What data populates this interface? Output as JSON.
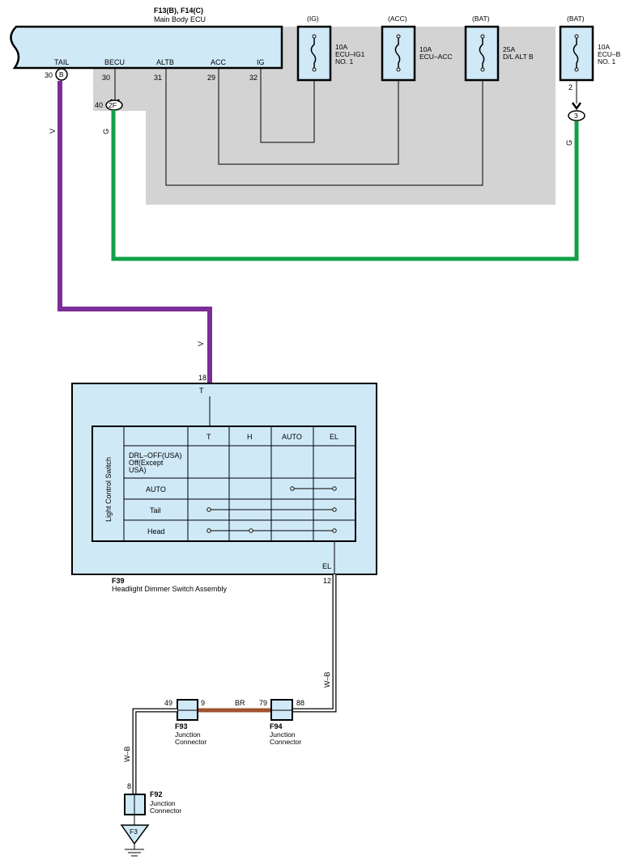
{
  "ecu": {
    "connector_title": "F13(B), F14(C)",
    "name": "Main Body ECU",
    "terminals": [
      {
        "label": "TAIL",
        "pin": "30"
      },
      {
        "label": "BECU",
        "pin": "30"
      },
      {
        "label": "ALTB",
        "pin": "31"
      },
      {
        "label": "ACC",
        "pin": "29"
      },
      {
        "label": "IG",
        "pin": "32"
      }
    ],
    "tail_connector": "B",
    "becu_connector": "2F",
    "becu_connector_pin": "40"
  },
  "fuses": [
    {
      "source": "(IG)",
      "rating": "10A",
      "name": "ECU–IG1",
      "name2": "NO. 1"
    },
    {
      "source": "(ACC)",
      "rating": "10A",
      "name": "ECU–ACC",
      "name2": ""
    },
    {
      "source": "(BAT)",
      "rating": "25A",
      "name": "D/L ALT B",
      "name2": ""
    },
    {
      "source": "(BAT)",
      "rating": "10A",
      "name": "ECU–B",
      "name2": "NO. 1"
    }
  ],
  "ecub_fuse": {
    "pin": "2",
    "junction": "3"
  },
  "wires": {
    "violet": "V",
    "green": "G",
    "white_black": "W–B",
    "brown": "BR",
    "violet_color": "#7a2e96",
    "green_color": "#12a04a",
    "brown_color": "#a0522d",
    "shade_color": "#d3d3d3",
    "component_fill": "#cfe9f7"
  },
  "dimmer": {
    "pin_t": "18",
    "term_t": "T",
    "term_el": "EL",
    "pin_el": "12",
    "code": "F39",
    "name": "Headlight Dimmer Switch Assembly",
    "switch_title": "Light Control Switch",
    "columns": [
      "T",
      "H",
      "AUTO",
      "EL"
    ],
    "rows": [
      {
        "label_lines": [
          "DRL–OFF(USA)",
          "Off(Except",
          "USA)"
        ]
      },
      {
        "label_lines": [
          "AUTO"
        ]
      },
      {
        "label_lines": [
          "Tail"
        ]
      },
      {
        "label_lines": [
          "Head"
        ]
      }
    ]
  },
  "junctions": {
    "f93": {
      "code": "F93",
      "line1": "Junction",
      "line2": "Connector",
      "pin_left": "49",
      "pin_right": "9"
    },
    "f94": {
      "code": "F94",
      "line1": "Junction",
      "line2": "Connector",
      "pin_left": "79",
      "pin_right": "88"
    },
    "f92": {
      "code": "F92",
      "line1": "Junction",
      "line2": "Connector",
      "pin_top": "8"
    }
  },
  "ground": {
    "label": "F3"
  }
}
